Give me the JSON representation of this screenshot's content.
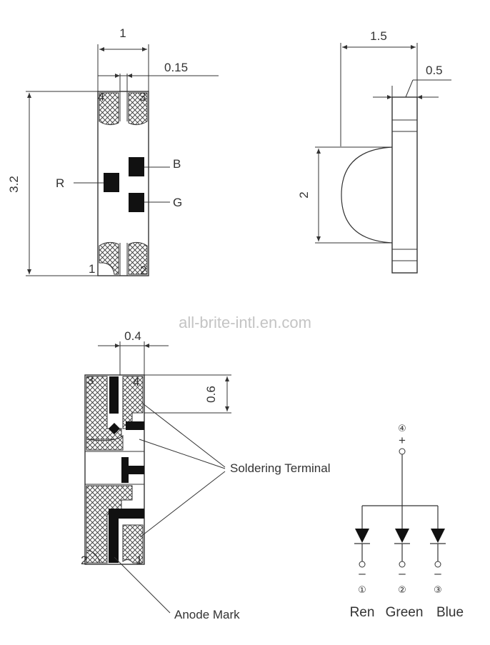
{
  "watermark": "all-brite-intl.en.com",
  "top_view": {
    "dim_width": "1",
    "dim_gap": "0.15",
    "dim_length": "3.2",
    "pins": [
      "4",
      "3",
      "1",
      "2"
    ],
    "chip_labels": {
      "red": "R",
      "blue": "B",
      "green": "G"
    }
  },
  "side_view": {
    "dim_width": "1.5",
    "dim_thickness": "0.5",
    "dim_lens": "2"
  },
  "bottom_view": {
    "dim_pad_width": "0.4",
    "dim_pad_height": "0.6",
    "pins": [
      "3",
      "4",
      "2",
      "1"
    ],
    "soldering_label": "Soldering Terminal",
    "anode_label": "Anode Mark"
  },
  "circuit": {
    "common_pin": "④",
    "common_sign": "+",
    "cathode_pins": [
      "①",
      "②",
      "③"
    ],
    "cathode_sign": "–",
    "names": [
      "Ren",
      "Green",
      "Blue"
    ]
  }
}
